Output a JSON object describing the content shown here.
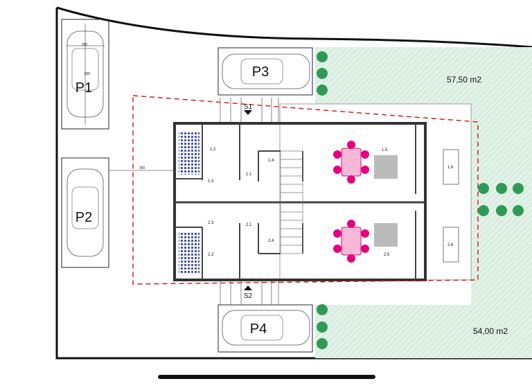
{
  "parking": {
    "p1": "P1",
    "p2": "P2",
    "p3": "P3",
    "p4": "P4"
  },
  "gardens": {
    "top_area": "57,50 m2",
    "bottom_area": "54,00 m2"
  },
  "sections": {
    "s1": "S1",
    "s2": "S2"
  },
  "dimensions": {
    "p1_width": "250",
    "p1_length": "500",
    "offset": "350"
  },
  "rooms": {
    "r1_1": "1.1",
    "r1_2": "1.2",
    "r1_3": "1.3",
    "r1_4": "1.4",
    "r1_5": "1.5",
    "r1_6": "1.6",
    "r2_1": "2.1",
    "r2_2": "2.2",
    "r2_3": "2.3",
    "r2_4": "2.4",
    "r2_5": "2.5",
    "r2_6": "2.6"
  },
  "colors": {
    "lawn": "#dff0e6",
    "tree": "#2f9a55",
    "dining": "#e6007e",
    "tile": "#3a4a9a",
    "boundary": "#d01010"
  }
}
